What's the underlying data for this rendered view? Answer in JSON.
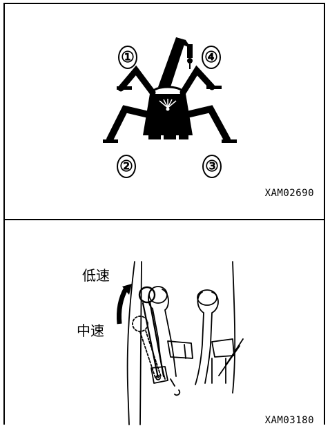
{
  "top_figure": {
    "outrigger_labels": [
      "①",
      "②",
      "③",
      "④"
    ],
    "figure_code": "XAM02690"
  },
  "bottom_figure": {
    "low_speed_label": "低速",
    "mid_speed_label": "中速",
    "figure_code": "XAM03180"
  },
  "colors": {
    "line": "#000000",
    "background": "#ffffff"
  }
}
